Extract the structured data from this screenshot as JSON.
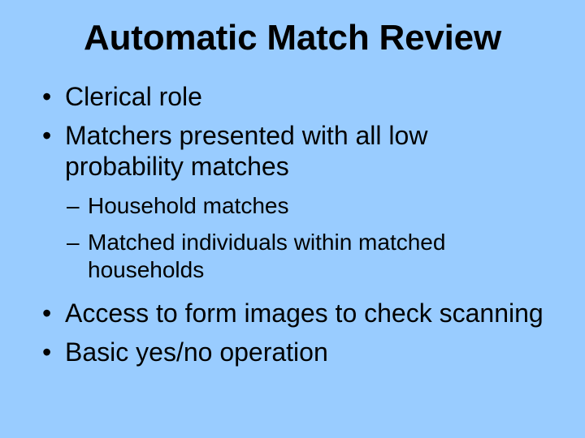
{
  "slide": {
    "background_color": "#99ccff",
    "text_color": "#000000",
    "title": "Automatic Match Review",
    "level1_marker": "•",
    "level2_marker": "–",
    "bullets": [
      {
        "level": 1,
        "text": "Clerical role"
      },
      {
        "level": 1,
        "text": "Matchers presented with all low probability matches"
      },
      {
        "level": 2,
        "text": "Household matches"
      },
      {
        "level": 2,
        "text": "Matched individuals within matched households"
      },
      {
        "level": 1,
        "text": "Access to form images to check scanning"
      },
      {
        "level": 1,
        "text": "Basic yes/no operation"
      }
    ]
  }
}
